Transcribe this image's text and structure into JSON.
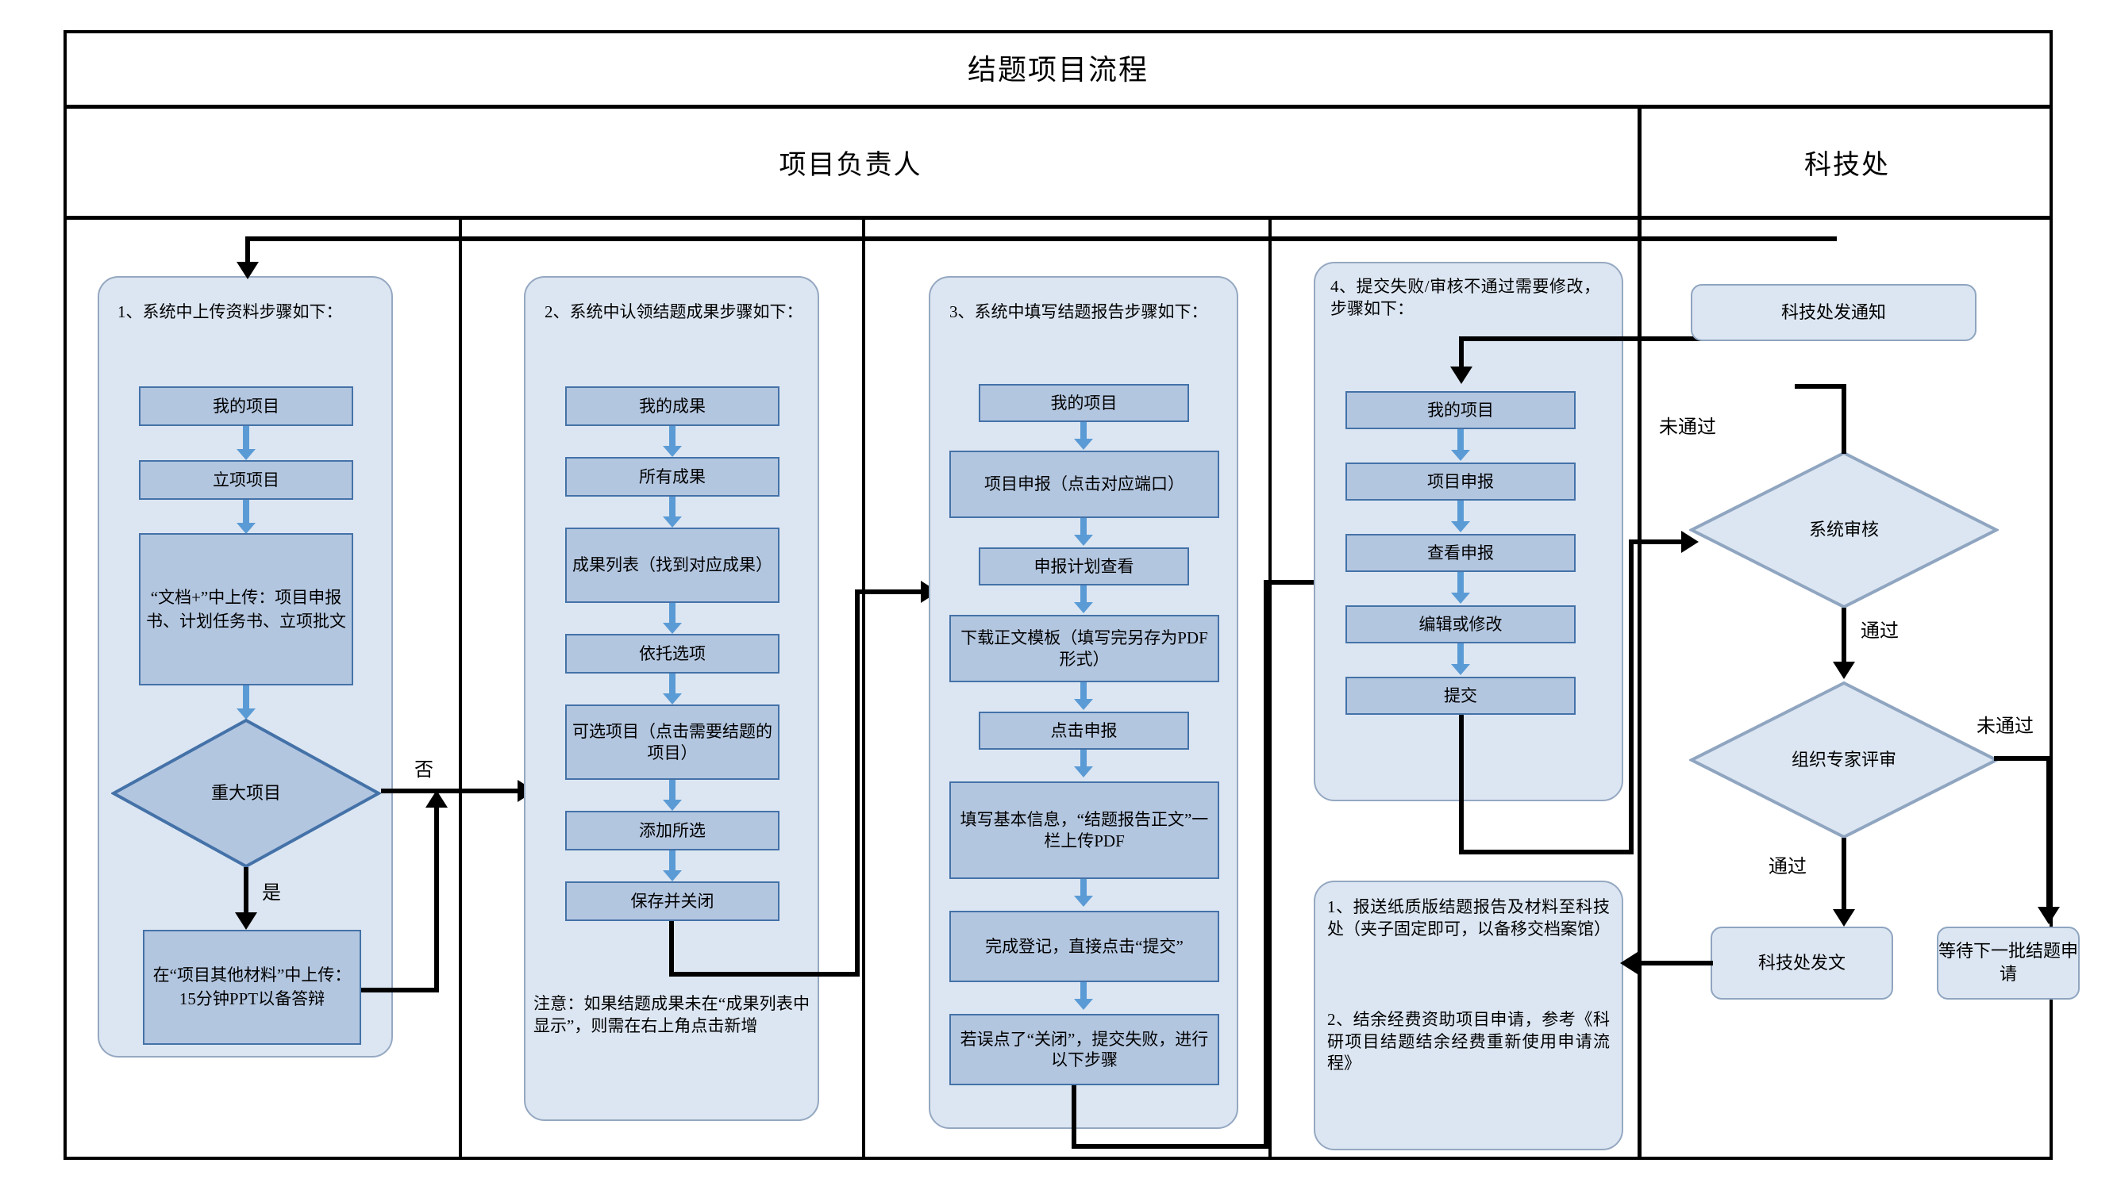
{
  "diagram": {
    "title": "结题项目流程",
    "lanes": [
      {
        "id": "owner",
        "label": "项目负责人"
      },
      {
        "id": "office",
        "label": "科技处"
      }
    ]
  },
  "col1": {
    "heading": "1、系统中上传资料步骤如下：",
    "steps": [
      {
        "text": "我的项目",
        "bold": false
      },
      {
        "text": "立项项目",
        "bold": false
      },
      {
        "text": "“文档+”中上传：项目申报书、计划任务书、立项批文",
        "bold": false
      }
    ],
    "decision": "重大项目",
    "yes_label": "是",
    "no_label": "否",
    "final": "在“项目其他材料”中上传：15分钟PPT以备答辩"
  },
  "col2": {
    "heading": "2、系统中认领结题成果步骤如下：",
    "steps": [
      "我的成果",
      "所有成果",
      "成果列表（找到对应成果）",
      "依托选项",
      "可选项目（点击需要结题的项目）",
      "添加所选",
      "保存并关闭"
    ],
    "note": "注意：如果结题成果未在“成果列表中显示”，则需在右上角点击新增"
  },
  "col3": {
    "heading": "3、系统中填写结题报告步骤如下：",
    "steps": [
      "我的项目",
      "项目申报（点击对应端口）",
      "申报计划查看",
      "下载正文模板（填写完另存为PDF形式）",
      "点击申报",
      "填写基本信息，“结题报告正文”一栏上传PDF",
      "完成登记，直接点击“提交”",
      "若误点了“关闭”，提交失败，进行以下步骤"
    ]
  },
  "col4": {
    "heading": "4、提交失败/审核不通过需要修改，步骤如下：",
    "steps": [
      "我的项目",
      "项目申报",
      "查看申报",
      "编辑或修改",
      "提交"
    ],
    "note_items": [
      "1、报送纸质版结题报告及材料至科技处（夹子固定即可，以备移交档案馆）",
      "2、结余经费资助项目申请，参考《科研项目结题结余经费重新使用申请流程》"
    ]
  },
  "col5": {
    "notice": "科技处发通知",
    "decision1": "系统审核",
    "decision2": "组织专家评审",
    "result_pass": "科技处发文",
    "result_wait": "等待下一批结题申请",
    "labels": {
      "fail1": "未通过",
      "pass1": "通过",
      "pass2": "通过",
      "fail2": "未通过"
    }
  },
  "colors": {
    "process_fill": "#b3c6e0",
    "process_border": "#4472a8",
    "group_fill": "#dce6f2",
    "group_border": "#95a8c1",
    "arrow_blue": "#5b9bd5",
    "connector_black": "#000000"
  }
}
